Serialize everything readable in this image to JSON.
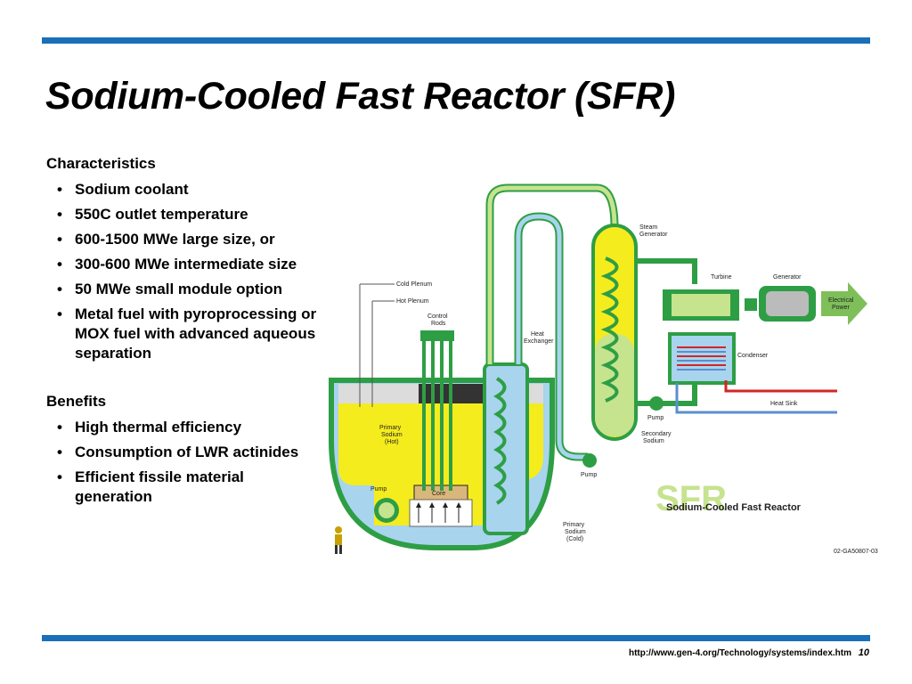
{
  "title": "Sodium-Cooled Fast Reactor (SFR)",
  "characteristics": {
    "heading": "Characteristics",
    "items": [
      "Sodium coolant",
      "550C outlet temperature",
      "600-1500 MWe large size, or",
      "300-600 MWe intermediate size",
      "50 MWe small module option",
      "Metal fuel with pyroprocessing or MOX fuel with advanced aqueous separation"
    ]
  },
  "benefits": {
    "heading": "Benefits",
    "items": [
      "High thermal efficiency",
      "Consumption of LWR actinides",
      "Efficient fissile material generation"
    ]
  },
  "bullet_glyph": "•",
  "diagram": {
    "labels": {
      "cold_plenum": "Cold Plenum",
      "hot_plenum": "Hot Plenum",
      "control_rods_1": "Control",
      "control_rods_2": "Rods",
      "heat_exchanger_1": "Heat",
      "heat_exchanger_2": "Exchanger",
      "steam_generator_1": "Steam",
      "steam_generator_2": "Generator",
      "turbine": "Turbine",
      "generator": "Generator",
      "electrical_power_1": "Electrical",
      "electrical_power_2": "Power",
      "condenser": "Condenser",
      "heat_sink": "Heat Sink",
      "pump_secondary": "Pump",
      "secondary_sodium_1": "Secondary",
      "secondary_sodium_2": "Sodium",
      "pump_intermediate": "Pump",
      "primary_hot_1": "Primary",
      "primary_hot_2": "Sodium",
      "primary_hot_3": "(Hot)",
      "core": "Core",
      "pump_primary": "Pump",
      "primary_cold_1": "Primary",
      "primary_cold_2": "Sodium",
      "primary_cold_3": "(Cold)",
      "logo_big": "SFR",
      "logo_sub": "Sodium-Cooled Fast Reactor",
      "drawing_id": "02-GA50807-03"
    },
    "colors": {
      "hot_sodium": "#f5ec1e",
      "cold_sodium": "#a8d4ee",
      "vessel": "#2e9e45",
      "secondary_loop": "#c6e38e",
      "steam": "#7fbf5a",
      "cooling_hot": "#d32626",
      "cooling_cold": "#5a8fd0"
    }
  },
  "footer": {
    "url": "http://www.gen-4.org/Technology/systems/index.htm",
    "page_number": "10"
  },
  "theme": {
    "rule_color": "#1a6fb8"
  }
}
